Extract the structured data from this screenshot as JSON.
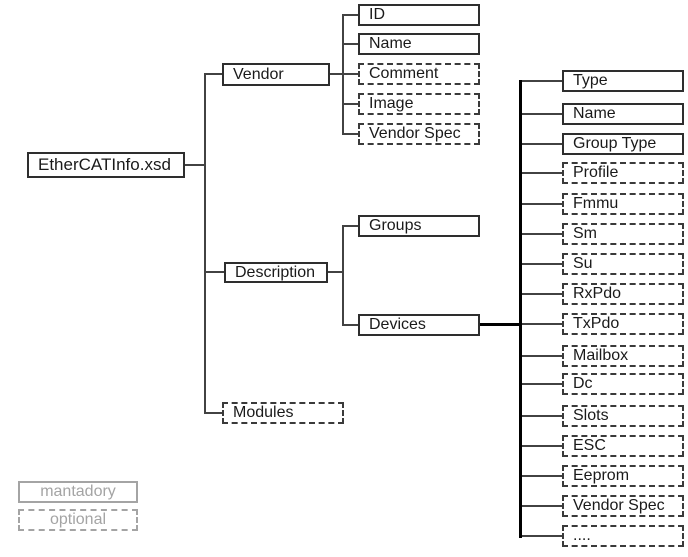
{
  "diagram_type": "xml-schema-tree",
  "tree": {
    "root": {
      "label": "EtherCATInfo.xsd",
      "presence": "mandatory"
    },
    "vendor": {
      "label": "Vendor",
      "presence": "mandatory"
    },
    "vendor_children": [
      {
        "label": "ID",
        "presence": "mandatory"
      },
      {
        "label": "Name",
        "presence": "mandatory"
      },
      {
        "label": "Comment",
        "presence": "optional"
      },
      {
        "label": "Image",
        "presence": "optional"
      },
      {
        "label": "Vendor Spec",
        "presence": "optional"
      }
    ],
    "description": {
      "label": "Description",
      "presence": "mandatory"
    },
    "description_children": [
      {
        "label": "Groups",
        "presence": "mandatory"
      },
      {
        "label": "Devices",
        "presence": "mandatory"
      }
    ],
    "devices_children": [
      {
        "label": "Type",
        "presence": "mandatory"
      },
      {
        "label": "Name",
        "presence": "mandatory"
      },
      {
        "label": "Group Type",
        "presence": "mandatory"
      },
      {
        "label": "Profile",
        "presence": "optional"
      },
      {
        "label": "Fmmu",
        "presence": "optional"
      },
      {
        "label": "Sm",
        "presence": "optional"
      },
      {
        "label": "Su",
        "presence": "optional"
      },
      {
        "label": "RxPdo",
        "presence": "optional"
      },
      {
        "label": "TxPdo",
        "presence": "optional"
      },
      {
        "label": "Mailbox",
        "presence": "optional"
      },
      {
        "label": "Dc",
        "presence": "optional"
      },
      {
        "label": "Slots",
        "presence": "optional"
      },
      {
        "label": "ESC",
        "presence": "optional"
      },
      {
        "label": "Eeprom",
        "presence": "optional"
      },
      {
        "label": "Vendor Spec",
        "presence": "optional"
      },
      {
        "label": "....",
        "presence": "optional"
      }
    ],
    "modules": {
      "label": "Modules",
      "presence": "optional"
    }
  },
  "legend": {
    "mandatory_label": "mantadory",
    "optional_label": "optional"
  },
  "colors": {
    "background": "#ffffff",
    "box_border": "#2e2e2e",
    "connector": "#424242",
    "devices_connector": "#000000",
    "legend": "#a4a4a4",
    "text": "#1a1a1a"
  }
}
